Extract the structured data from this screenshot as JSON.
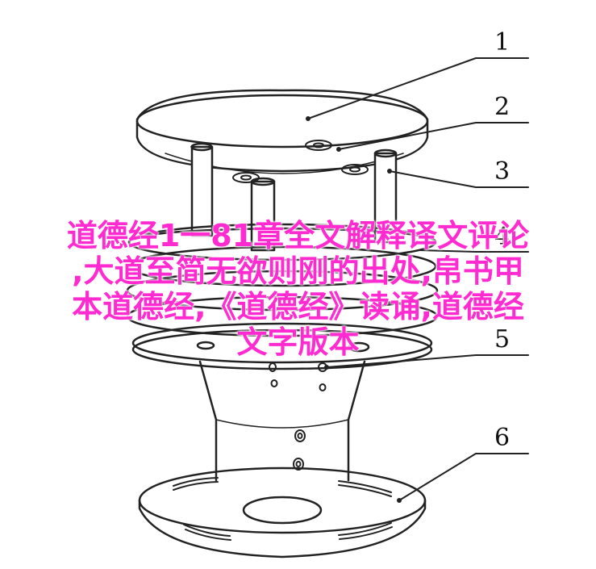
{
  "diagram": {
    "callouts": [
      {
        "id": "1",
        "label": "1"
      },
      {
        "id": "2",
        "label": "2"
      },
      {
        "id": "3",
        "label": "3"
      },
      {
        "id": "4",
        "label": "4"
      },
      {
        "id": "5",
        "label": "5"
      },
      {
        "id": "6",
        "label": "6"
      }
    ]
  },
  "overlay": {
    "line1": "道德经1一81章全文解释译文评论",
    "line2": ",大道至简无欲则刚的出处,帛书甲",
    "line3": "本道德经,《道德经》读诵,道德经",
    "line4": "文字版本"
  },
  "colors": {
    "overlay_text": "#ff2bd1",
    "line_art": "#222222"
  }
}
